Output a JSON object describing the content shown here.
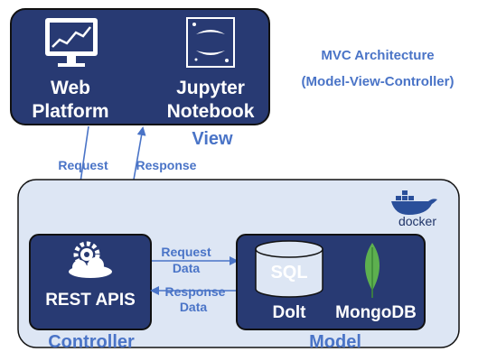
{
  "title": {
    "line1": "MVC Architecture",
    "line2": "(Model-View-Controller)"
  },
  "view": {
    "label": "View",
    "web_platform": {
      "line1": "Web",
      "line2": "Platform",
      "icon": "monitor-chart-icon"
    },
    "jupyter": {
      "line1": "Jupyter",
      "line2": "Notebook",
      "icon": "jupyter-logo-icon"
    }
  },
  "arrows": {
    "request": "Request",
    "response": "Response"
  },
  "server": {
    "docker_label": "docker",
    "docker_icon": "docker-whale-icon"
  },
  "controller": {
    "label": "Controller",
    "rest_apis": "REST APIS",
    "icon": "gear-cloud-icon"
  },
  "data_flow": {
    "request_line1": "Request",
    "request_line2": "Data",
    "response_line1": "Response",
    "response_line2": "Data"
  },
  "model": {
    "label": "Model",
    "sql": "SQL",
    "dolt": "Dolt",
    "mongodb": "MongoDB",
    "icons": [
      "database-cylinder-icon",
      "mongodb-leaf-icon"
    ]
  },
  "colors": {
    "dark_box": "#283a73",
    "light_panel": "#dde6f4",
    "accent_blue": "#4a74c7",
    "outline": "#111111",
    "leaf_green": "#5db04f"
  }
}
